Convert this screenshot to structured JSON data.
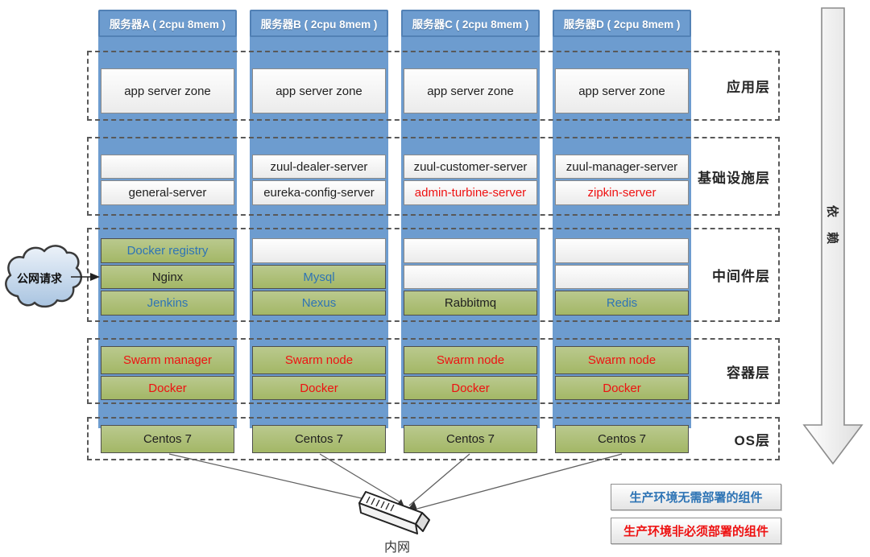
{
  "layers": [
    {
      "label": "应用层"
    },
    {
      "label": "基础设施层"
    },
    {
      "label": "中间件层"
    },
    {
      "label": "容器层"
    },
    {
      "label": "OS层"
    }
  ],
  "servers": [
    {
      "header": "服务器A ( 2cpu 8mem )",
      "app": [
        {
          "label": "app server zone",
          "bg": "white",
          "text_color": "black"
        }
      ],
      "infra": [
        {
          "label": "",
          "bg": "white",
          "text_color": "black"
        },
        {
          "label": "general-server",
          "bg": "white",
          "text_color": "black"
        }
      ],
      "middleware": [
        {
          "label": "Docker registry",
          "bg": "green",
          "text_color": "blue"
        },
        {
          "label": "Nginx",
          "bg": "green",
          "text_color": "black"
        },
        {
          "label": "Jenkins",
          "bg": "green",
          "text_color": "blue"
        }
      ],
      "container": [
        {
          "label": "Swarm manager",
          "bg": "green",
          "text_color": "red"
        },
        {
          "label": "Docker",
          "bg": "green",
          "text_color": "red"
        }
      ],
      "os": [
        {
          "label": "Centos 7",
          "bg": "green",
          "text_color": "black"
        }
      ]
    },
    {
      "header": "服务器B ( 2cpu 8mem )",
      "app": [
        {
          "label": "app server zone",
          "bg": "white",
          "text_color": "black"
        }
      ],
      "infra": [
        {
          "label": "zuul-dealer-server",
          "bg": "white",
          "text_color": "black"
        },
        {
          "label": "eureka-config-server",
          "bg": "white",
          "text_color": "black"
        }
      ],
      "middleware": [
        {
          "label": "",
          "bg": "white",
          "text_color": "black"
        },
        {
          "label": "Mysql",
          "bg": "green",
          "text_color": "blue"
        },
        {
          "label": "Nexus",
          "bg": "green",
          "text_color": "blue"
        }
      ],
      "container": [
        {
          "label": "Swarm node",
          "bg": "green",
          "text_color": "red"
        },
        {
          "label": "Docker",
          "bg": "green",
          "text_color": "red"
        }
      ],
      "os": [
        {
          "label": "Centos 7",
          "bg": "green",
          "text_color": "black"
        }
      ]
    },
    {
      "header": "服务器C ( 2cpu 8mem )",
      "app": [
        {
          "label": "app server zone",
          "bg": "white",
          "text_color": "black"
        }
      ],
      "infra": [
        {
          "label": "zuul-customer-server",
          "bg": "white",
          "text_color": "black"
        },
        {
          "label": "admin-turbine-server",
          "bg": "white",
          "text_color": "red"
        }
      ],
      "middleware": [
        {
          "label": "",
          "bg": "white",
          "text_color": "black"
        },
        {
          "label": "",
          "bg": "white",
          "text_color": "black"
        },
        {
          "label": "Rabbitmq",
          "bg": "green",
          "text_color": "black"
        }
      ],
      "container": [
        {
          "label": "Swarm node",
          "bg": "green",
          "text_color": "red"
        },
        {
          "label": "Docker",
          "bg": "green",
          "text_color": "red"
        }
      ],
      "os": [
        {
          "label": "Centos 7",
          "bg": "green",
          "text_color": "black"
        }
      ]
    },
    {
      "header": "服务器D ( 2cpu 8mem )",
      "app": [
        {
          "label": "app server zone",
          "bg": "white",
          "text_color": "black"
        }
      ],
      "infra": [
        {
          "label": "zuul-manager-server",
          "bg": "white",
          "text_color": "black"
        },
        {
          "label": "zipkin-server",
          "bg": "white",
          "text_color": "red"
        }
      ],
      "middleware": [
        {
          "label": "",
          "bg": "white",
          "text_color": "black"
        },
        {
          "label": "",
          "bg": "white",
          "text_color": "black"
        },
        {
          "label": "Redis",
          "bg": "green",
          "text_color": "blue"
        }
      ],
      "container": [
        {
          "label": "Swarm node",
          "bg": "green",
          "text_color": "red"
        },
        {
          "label": "Docker",
          "bg": "green",
          "text_color": "red"
        }
      ],
      "os": [
        {
          "label": "Centos 7",
          "bg": "green",
          "text_color": "black"
        }
      ]
    }
  ],
  "cloud": {
    "label": "公网请求"
  },
  "dependency_arrow": {
    "label": "依 赖"
  },
  "network": {
    "label": "内网"
  },
  "legend": [
    {
      "label": "生产环境无需部署的组件",
      "color": "#2e74b5"
    },
    {
      "label": "生产环境非必须部署的组件",
      "color": "#ee1111"
    }
  ],
  "colors": {
    "column_blue": "#6d9ccf",
    "header_border_blue": "#5281b5",
    "cell_green": "#aabd70",
    "text_blue": "#2e74b5",
    "text_red": "#ee1111",
    "dashed_border": "#595959"
  }
}
